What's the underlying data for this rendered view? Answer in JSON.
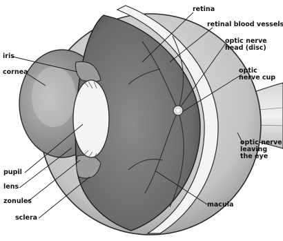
{
  "diagram": {
    "labels": {
      "retina": "retina",
      "retinal_blood_vessels": "retinal blood vessels",
      "optic_nerve_head": "optic nerve\nhead (disc)",
      "optic_nerve_cup": "optic\nnerve cup",
      "iris": "iris",
      "cornea": "cornea",
      "optic_nerve_leaving": "optic nerve\nleaving\nthe eye",
      "pupil": "pupil",
      "lens": "lens",
      "zonules": "zonules",
      "macula": "macula",
      "sclera": "sclera"
    },
    "colors": {
      "ink": "#1a1a1a",
      "fundus": "#6e6e6e",
      "sclera": "#e6e6e6",
      "eyeball": "#cfcfcf",
      "lens": "#f2f2f2"
    }
  }
}
